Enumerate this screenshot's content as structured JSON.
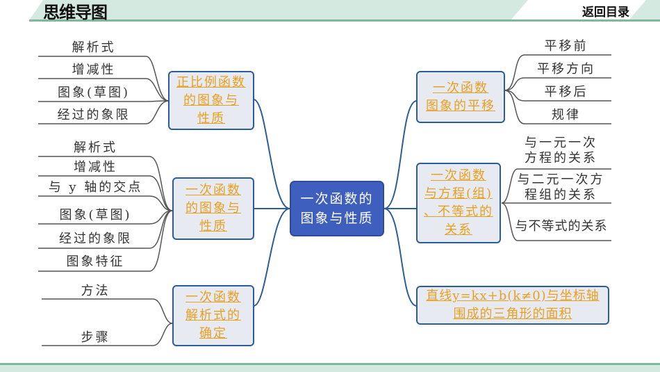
{
  "header": {
    "title": "思维导图",
    "back_label": "返回目录"
  },
  "colors": {
    "accent_green": "#7fb89a",
    "band_green": "#d4e9df",
    "center_blue": "#3f5fbf",
    "branch_text": "#e8a020",
    "connector": "#2a5d9a"
  },
  "center": {
    "lines": [
      "一次函数的",
      "图象与性质"
    ]
  },
  "left_branches": [
    {
      "lines": [
        "正比例函数",
        "的图象与",
        "性质"
      ],
      "leaves": [
        "解析式",
        "增减性",
        "图象(草图)",
        "经过的象限"
      ]
    },
    {
      "lines": [
        "一次函数",
        "的图象与",
        "性质"
      ],
      "leaves": [
        "解析式",
        "增减性",
        "与 y 轴的交点",
        "图象(草图)",
        "经过的象限",
        "图象特征"
      ]
    },
    {
      "lines": [
        "一次函数",
        "解析式的",
        "确定"
      ],
      "leaves": [
        "方法",
        "步骤"
      ]
    }
  ],
  "right_branches": [
    {
      "lines": [
        "一次函数",
        "图象的平移"
      ],
      "leaves": [
        "平移前",
        "平移方向",
        "平移后",
        "规律"
      ]
    },
    {
      "lines": [
        "一次函数",
        "与方程(组)",
        "、不等式的",
        "关系"
      ],
      "leaves": [
        "与一元一次\n方程的关系",
        "与二元一次方\n程组的关系",
        "与不等式的关系"
      ]
    },
    {
      "lines": [
        "直线y=kx+b(k≠0)与坐标轴",
        "围成的三角形的面积"
      ],
      "leaves": []
    }
  ]
}
